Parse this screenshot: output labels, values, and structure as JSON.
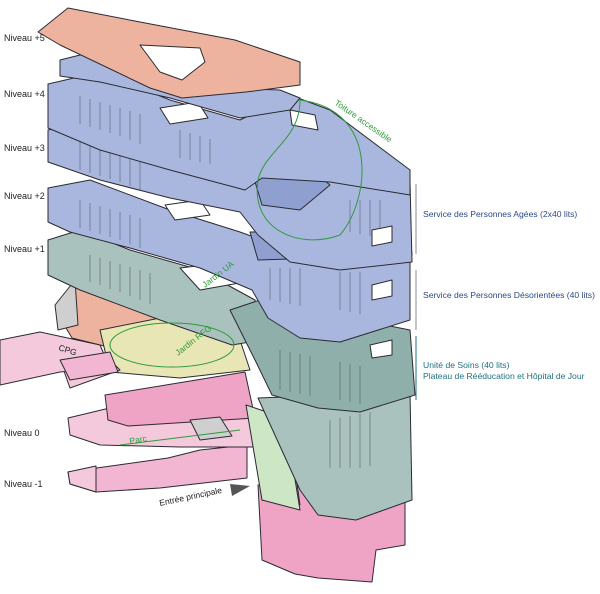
{
  "diagram": {
    "levels": [
      {
        "id": "n5",
        "label": "Niveau +5"
      },
      {
        "id": "n4",
        "label": "Niveau +4"
      },
      {
        "id": "n3",
        "label": "Niveau +3"
      },
      {
        "id": "n2",
        "label": "Niveau +2"
      },
      {
        "id": "n1",
        "label": "Niveau +1"
      },
      {
        "id": "n0",
        "label": "Niveau 0"
      },
      {
        "id": "nm1",
        "label": "Niveau -1"
      }
    ],
    "services": {
      "personnes_agees": "Service des Personnes Agées (2x40 lits)",
      "personnes_desorientees": "Service des Personnes Désorientées (40 lits)",
      "unite_soins_1": "Unité de Soins (40 lits)",
      "unite_soins_2": "Plateau de Rééducation et Hôpital de Jour"
    },
    "annotations": {
      "toiture": "Toiture accessible",
      "jardin_ua": "Jardin UA",
      "jardin_rfg": "Jardin RFG",
      "parc": "Parc",
      "cpg": "CPG",
      "entree": "Entrée principale"
    },
    "colors": {
      "services_blue": "#a9b7df",
      "roof_salmon": "#eeb39f",
      "care_teal": "#a9c2bd",
      "ground_pink": "#efa4c6",
      "garden_green": "#2e9a3c",
      "label_blue": "#2a4a88"
    }
  }
}
